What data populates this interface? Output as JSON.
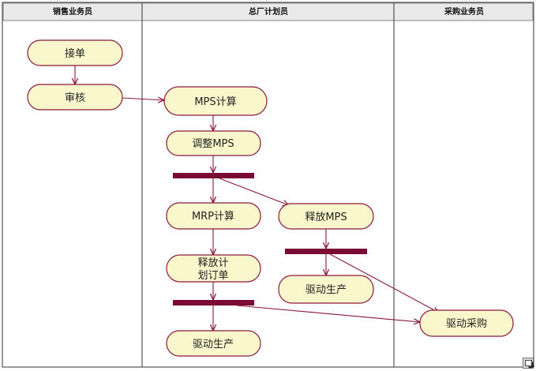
{
  "lanes": {
    "sales": "销售业务员",
    "planning": "总厂计划员",
    "purchase": "采购业务员"
  },
  "nodes": {
    "order": "接单",
    "review": "审核",
    "mps_calc": "MPS计算",
    "adjust_mps": "调整MPS",
    "mrp_calc": "MRP计算",
    "release_mps": "释放MPS",
    "release_plan_line1": "释放计",
    "release_plan_line2": "划订单",
    "drive_production_right": "驱动生产",
    "drive_purchase": "驱动采购",
    "drive_production_bottom": "驱动生产"
  },
  "colors": {
    "flow": "#8a1a3a",
    "sync_bar": "#7a0a33",
    "node_fill": "#fbf7cc"
  }
}
